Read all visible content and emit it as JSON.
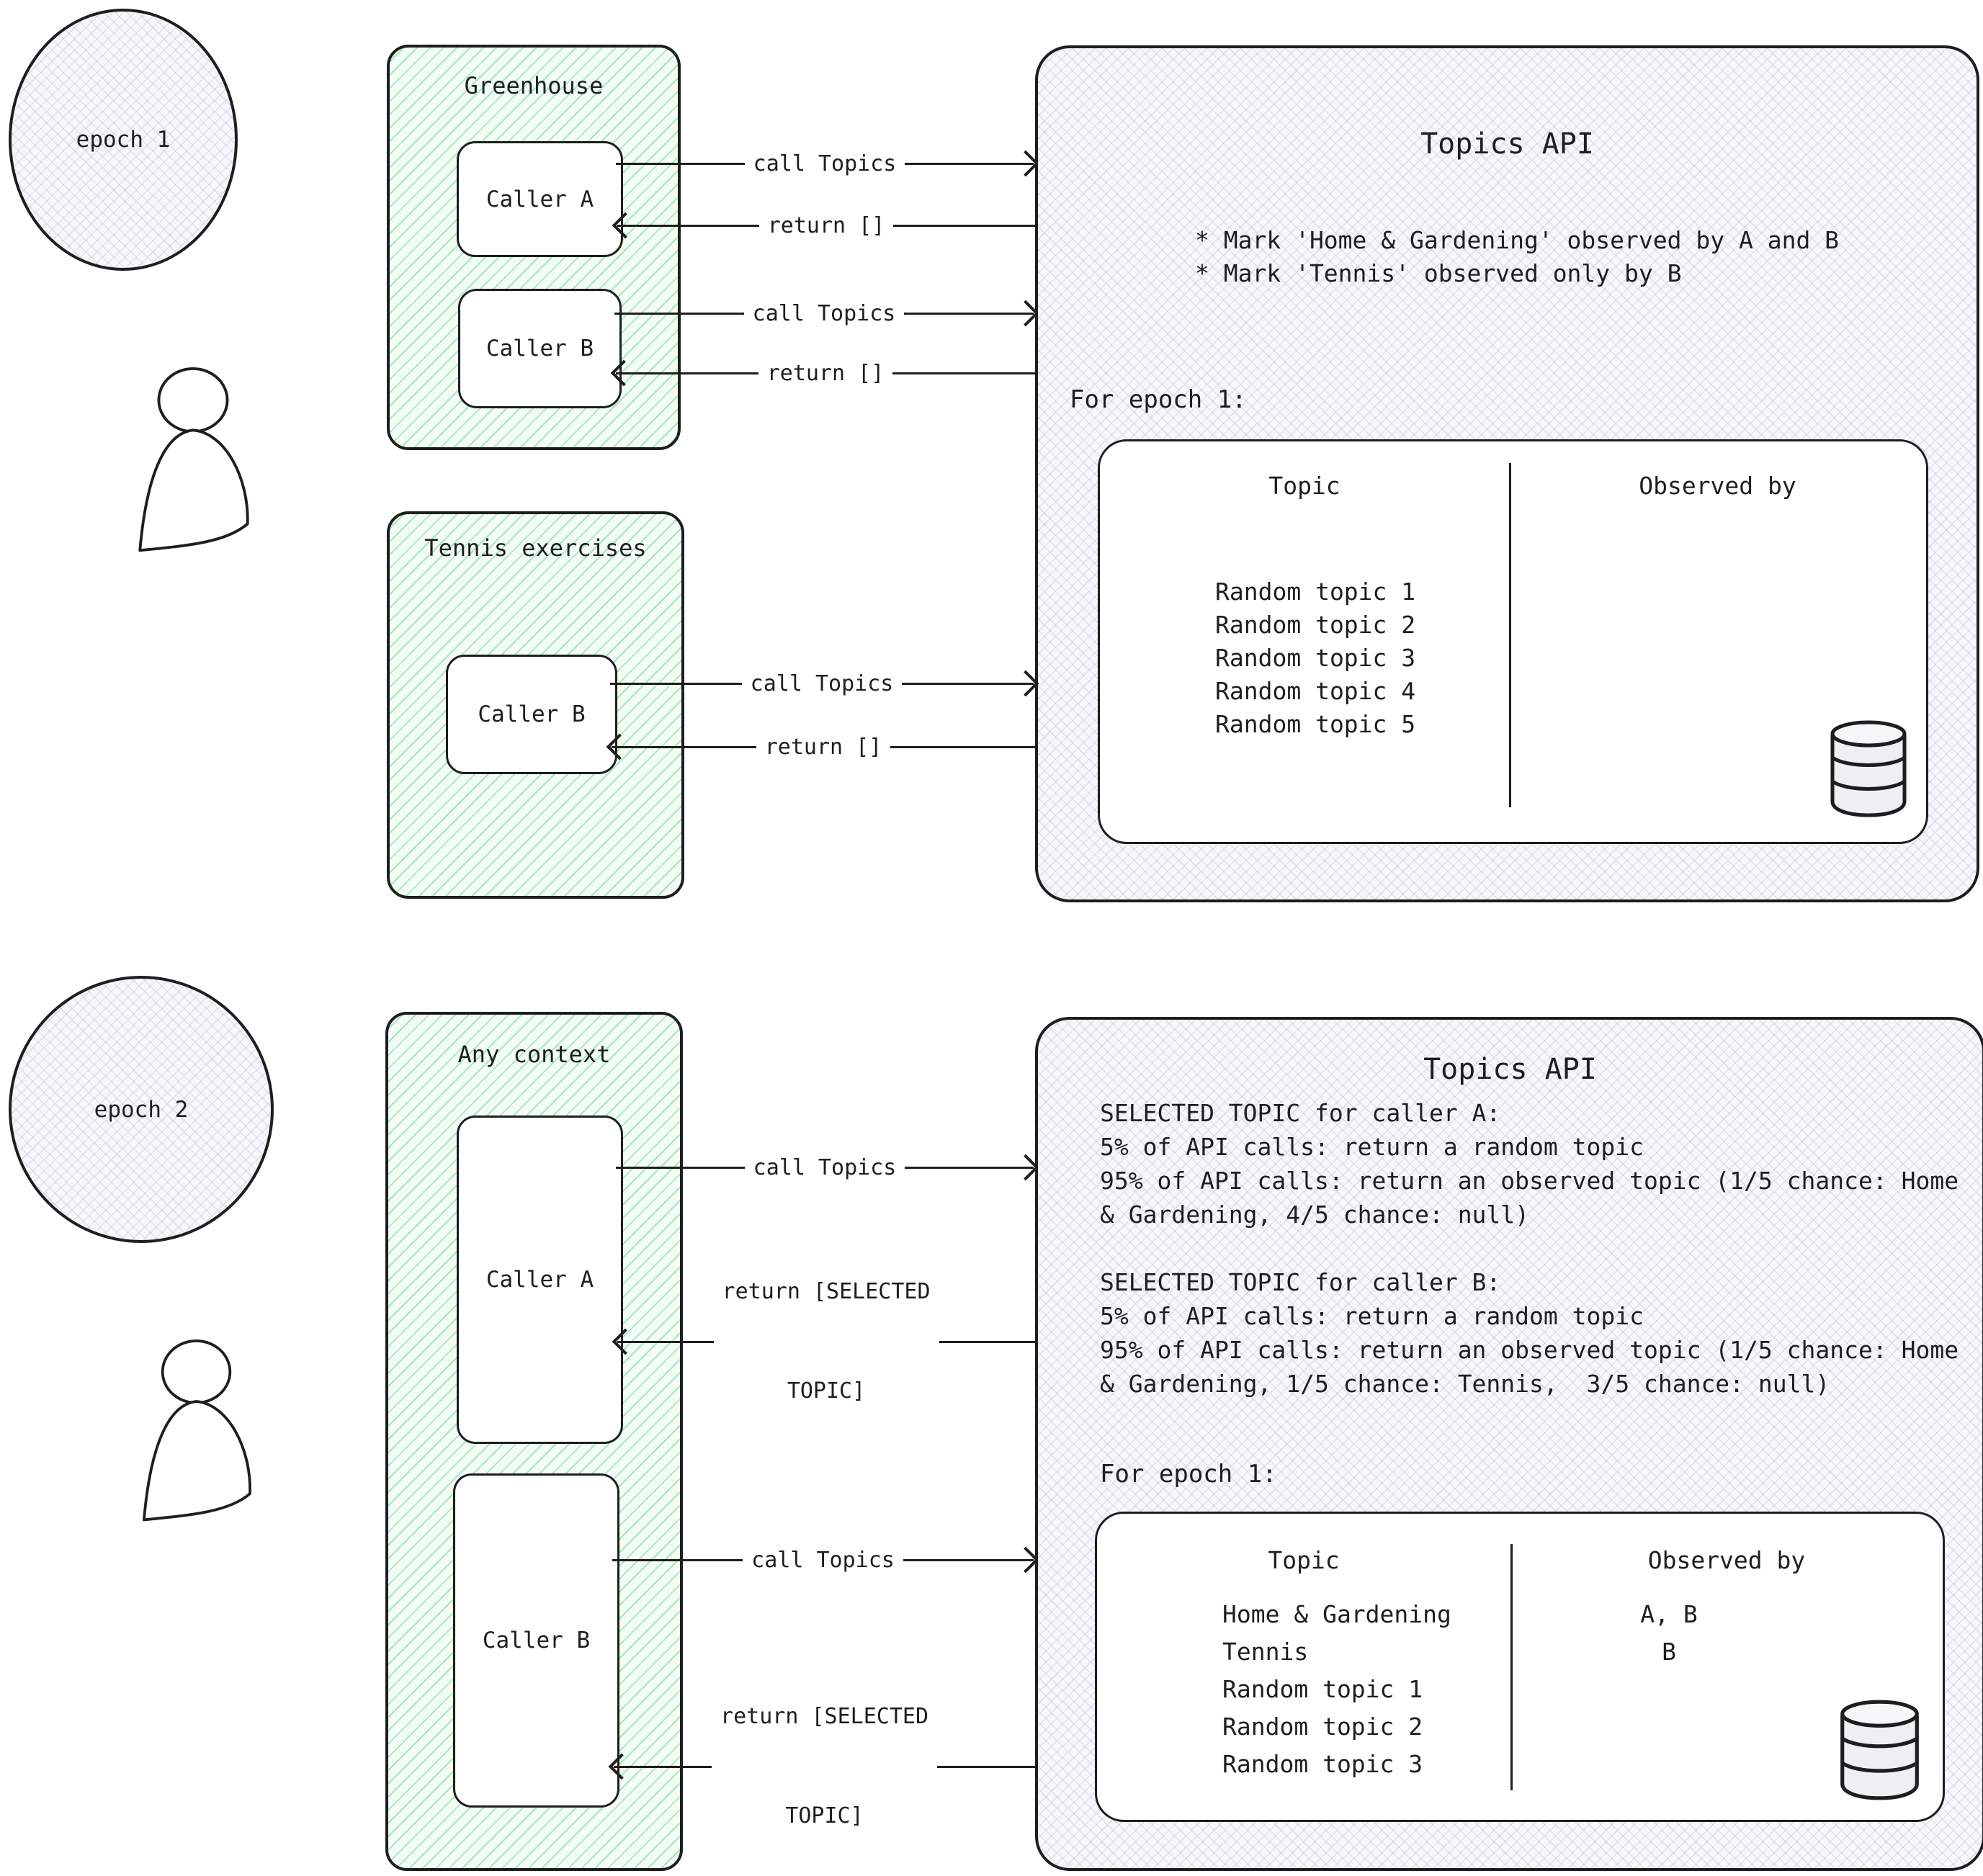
{
  "colors": {
    "ink": "#1e1e1e",
    "green_hatch": "#69d491",
    "green_bg": "#f4fcf6",
    "panel_bg": "#f6f7f9",
    "panel_hatch": "#a0acc3",
    "db_fill": "#edf0f3"
  },
  "arrows": {
    "call": "call Topics",
    "return_empty": "return []",
    "return_selected_line1": "return [SELECTED",
    "return_selected_line2": "TOPIC]"
  },
  "epoch1": {
    "label": "epoch 1",
    "greenhouse": {
      "title": "Greenhouse",
      "caller_a": "Caller A",
      "caller_b": "Caller B"
    },
    "tennis": {
      "title": "Tennis exercises",
      "caller_b": "Caller B"
    },
    "api": {
      "title": "Topics API",
      "notes": [
        "* Mark 'Home & Gardening' observed by A and B",
        "* Mark 'Tennis' observed only by B"
      ],
      "epoch_heading": "For epoch 1:",
      "table": {
        "col_topic": "Topic",
        "col_observed": "Observed by",
        "rows": [
          {
            "topic": "Random topic 1",
            "observed": ""
          },
          {
            "topic": "Random topic 2",
            "observed": ""
          },
          {
            "topic": "Random topic 3",
            "observed": ""
          },
          {
            "topic": "Random topic 4",
            "observed": ""
          },
          {
            "topic": "Random topic 5",
            "observed": ""
          }
        ]
      }
    }
  },
  "epoch2": {
    "label": "epoch 2",
    "any_context": {
      "title": "Any context",
      "caller_a": "Caller A",
      "caller_b": "Caller B"
    },
    "api": {
      "title": "Topics API",
      "rules": [
        "SELECTED TOPIC for caller A:",
        "5% of API calls: return a random topic",
        "95% of API calls: return an observed topic (1/5 chance: Home",
        "& Gardening, 4/5 chance: null)",
        "",
        "SELECTED TOPIC for caller B:",
        "5% of API calls: return a random topic",
        "95% of API calls: return an observed topic (1/5 chance: Home",
        "& Gardening, 1/5 chance: Tennis,  3/5 chance: null)"
      ],
      "epoch_heading": "For epoch 1:",
      "table": {
        "col_topic": "Topic",
        "col_observed": "Observed by",
        "rows": [
          {
            "topic": "Home & Gardening",
            "observed": "A, B"
          },
          {
            "topic": "Tennis",
            "observed": "B"
          },
          {
            "topic": "Random topic 1",
            "observed": ""
          },
          {
            "topic": "Random topic 2",
            "observed": ""
          },
          {
            "topic": "Random topic 3",
            "observed": ""
          }
        ]
      }
    }
  }
}
